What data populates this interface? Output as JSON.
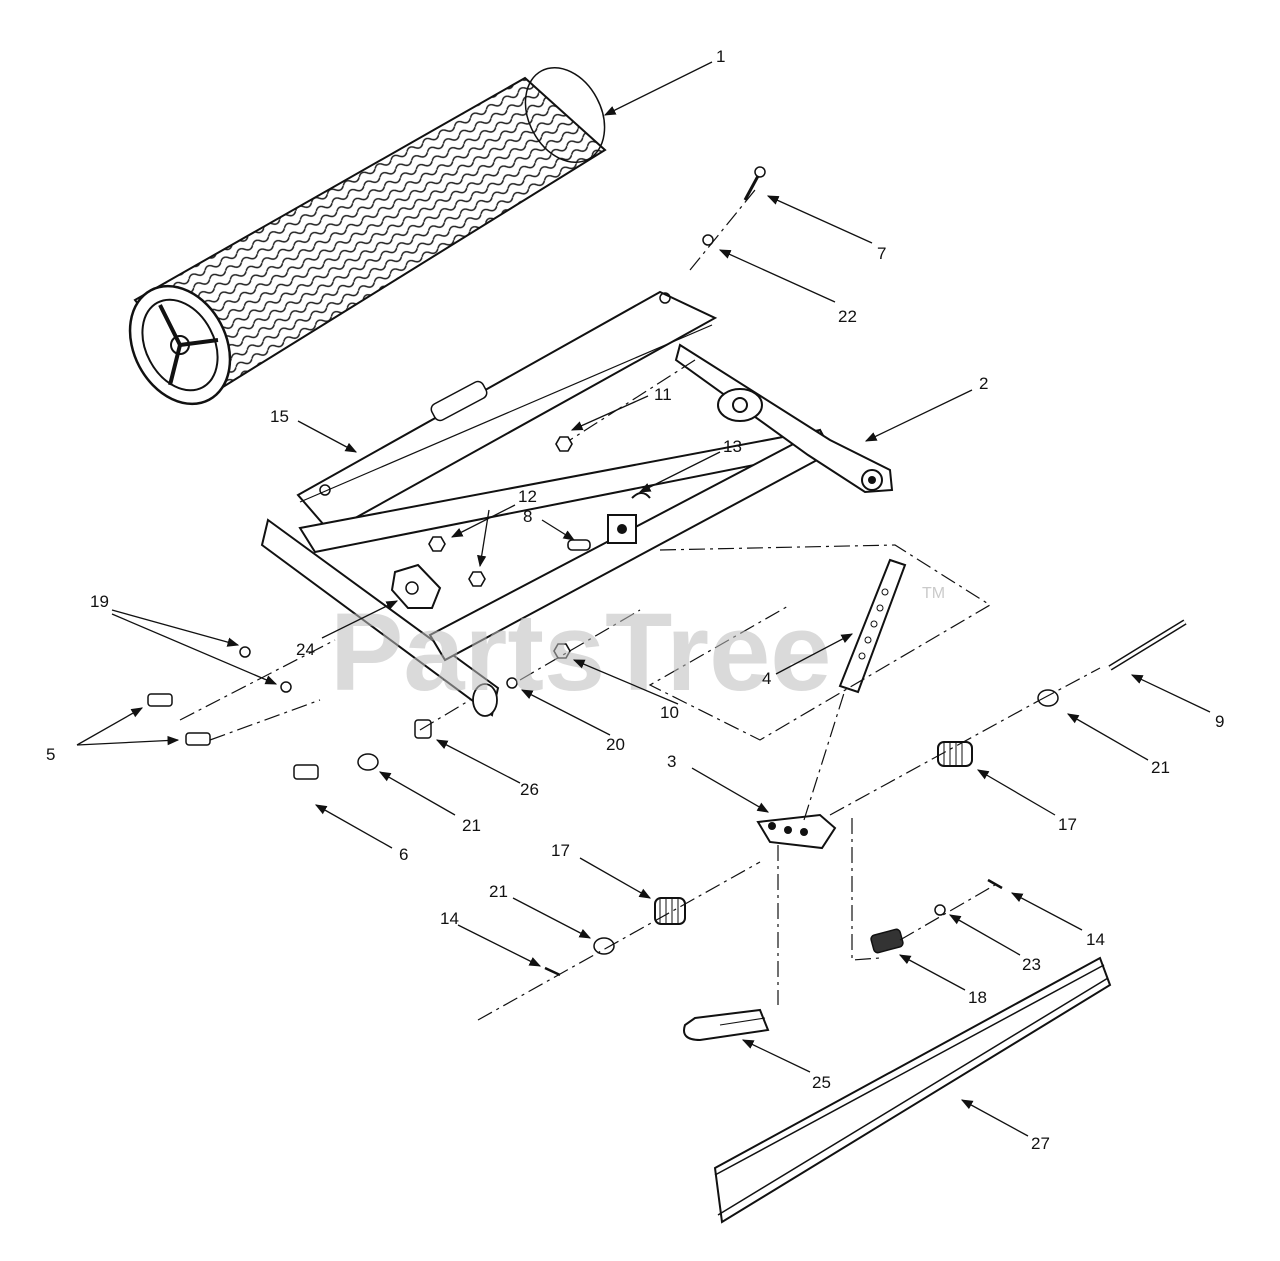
{
  "watermark": {
    "text": "PartsTree",
    "trademark": "TM"
  },
  "callouts": {
    "c1": "1",
    "c2": "2",
    "c3": "3",
    "c4": "4",
    "c5": "5",
    "c6": "6",
    "c7": "7",
    "c8": "8",
    "c9": "9",
    "c10": "10",
    "c11": "11",
    "c12": "12",
    "c13": "13",
    "c14a": "14",
    "c14b": "14",
    "c15": "15",
    "c17a": "17",
    "c17b": "17",
    "c18": "18",
    "c19": "19",
    "c20": "20",
    "c21a": "21",
    "c21b": "21",
    "c21c": "21",
    "c22": "22",
    "c23": "23",
    "c24": "24",
    "c25": "25",
    "c26": "26",
    "c27": "27"
  }
}
